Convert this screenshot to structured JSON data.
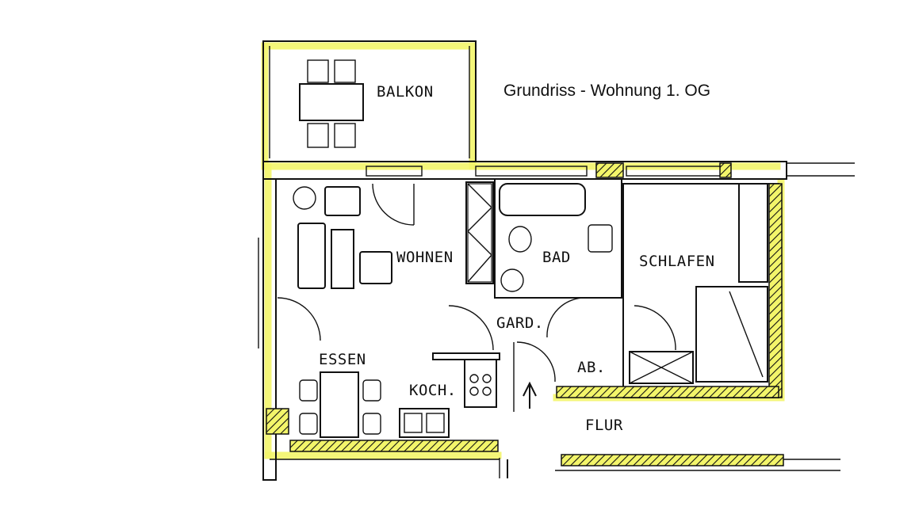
{
  "title": "Grundriss - Wohnung 1. OG",
  "rooms": {
    "balkon": "BALKON",
    "wohnen": "WOHNEN",
    "bad": "BAD",
    "schlafen": "SCHLAFEN",
    "gard": "GARD.",
    "essen": "ESSEN",
    "koch": "KOCH.",
    "ab": "AB.",
    "flur": "FLUR"
  },
  "colors": {
    "highlight": "#f3f56a",
    "lines": "#111111",
    "background": "#ffffff"
  }
}
